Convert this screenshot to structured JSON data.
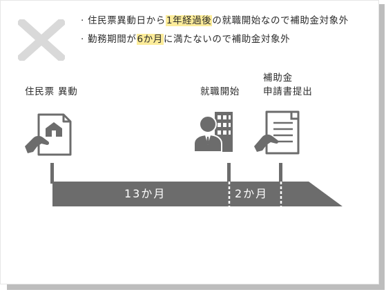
{
  "bullets": [
    {
      "text_before": "住民票異動日から",
      "highlight": "1年経過後",
      "text_after": "の就職開始なので補助金対象外"
    },
    {
      "text_before": "勤務期間が",
      "highlight": "6か月",
      "text_after": "に満たないので補助金対象外"
    }
  ],
  "timeline": {
    "start_label": "住民票 異動",
    "job_label": "就職開始",
    "subsidy_label_line1": "補助金",
    "subsidy_label_line2": "申請書提出",
    "segment1": "13か月",
    "segment2": "2か月"
  },
  "icons": [
    "cross-mark-icon",
    "moving-document-icon",
    "worker-building-icon",
    "application-form-icon"
  ],
  "colors": {
    "dark_gray": "#6c6c6c",
    "cross_gray": "#d9d9d9",
    "highlight": "#fcec9a"
  }
}
